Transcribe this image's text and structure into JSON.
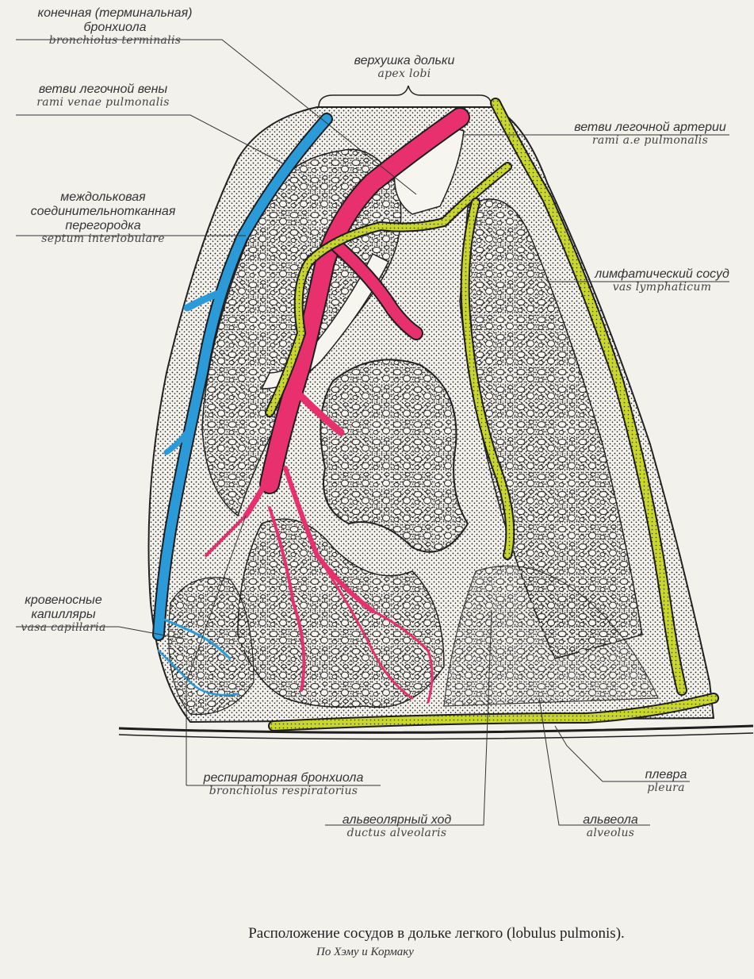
{
  "labels": {
    "terminal_bronchiole": {
      "ru": "конечная (терминальная) бронхиола",
      "la": "bronchiolus terminalis"
    },
    "pulmonary_vein": {
      "ru": "ветви легочной вены",
      "la": "rami venae pulmonalis"
    },
    "septum": {
      "ru": "междольковая соединительнотканная перегородка",
      "la": "septum interlobulare"
    },
    "apex": {
      "ru": "верхушка дольки",
      "la": "apex lobi"
    },
    "pulmonary_artery": {
      "ru": "ветви легочной артерии",
      "la": "rami a.e pulmonalis"
    },
    "lymphatic": {
      "ru": "лимфатический сосуд",
      "la": "vas lymphaticum"
    },
    "capillaries": {
      "ru": "кровеносные капилляры",
      "la": "vasa capillaria"
    },
    "respiratory_bronchiole": {
      "ru": "респираторная бронхиола",
      "la": "bronchiolus respiratorius"
    },
    "pleura": {
      "ru": "плевра",
      "la": "pleura"
    },
    "alveolar_duct": {
      "ru": "альвеолярный ход",
      "la": "ductus alveolaris"
    },
    "alveolus": {
      "ru": "альвеола",
      "la": "alveolus"
    }
  },
  "caption": {
    "title": "Расположение сосудов в дольке легкого (lobulus pulmonis).",
    "source": "По Хэму и Кормаку"
  },
  "colors": {
    "vein": "#2a9ad8",
    "artery": "#e8306e",
    "lymph": "#c9d62a",
    "ink": "#1e1e1e",
    "paper": "#f2f1ec"
  }
}
